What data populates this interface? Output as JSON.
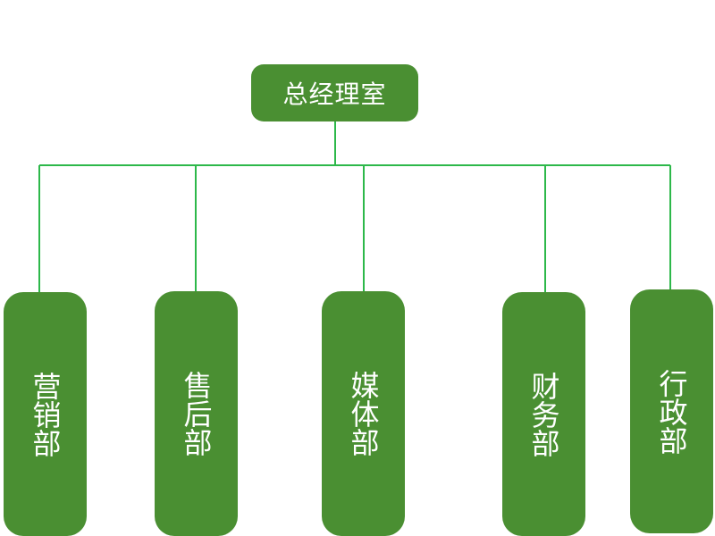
{
  "org_chart": {
    "root": {
      "label": "总经理室"
    },
    "departments": [
      {
        "label": "营销部"
      },
      {
        "label": "售后部"
      },
      {
        "label": "媒体部"
      },
      {
        "label": "财务部"
      },
      {
        "label": "行政部"
      }
    ],
    "colors": {
      "node_fill": "#4a8f32",
      "node_text": "#ffffff",
      "connector": "#2db84a"
    }
  }
}
